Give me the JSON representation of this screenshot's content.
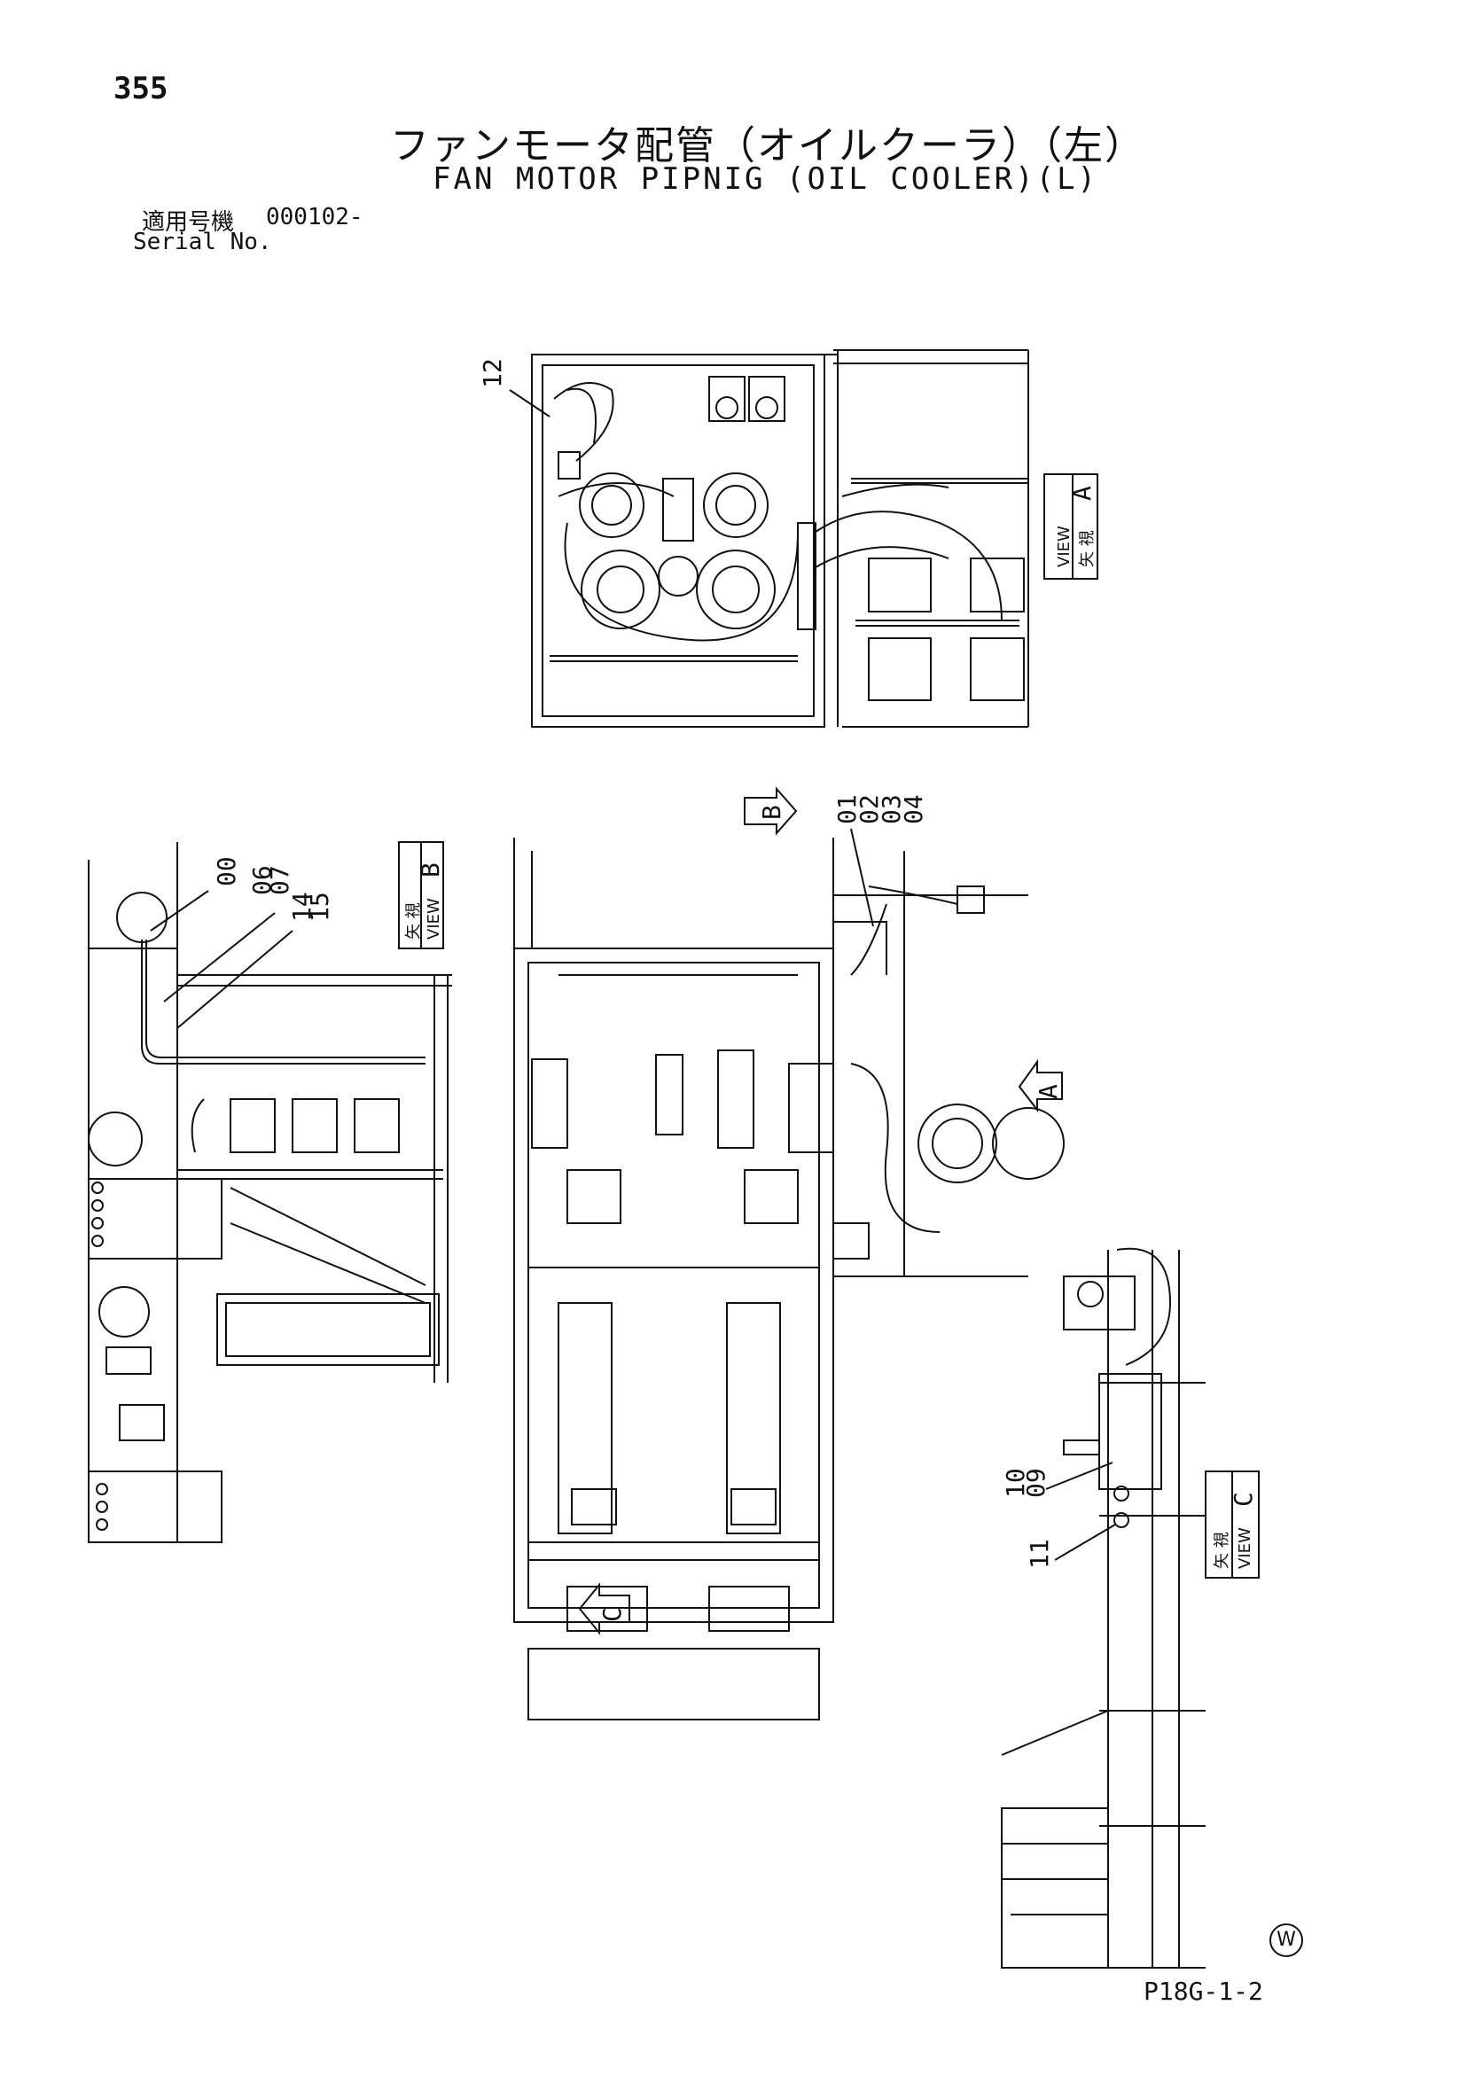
{
  "page_number": "355",
  "title_jp": "ファンモータ配管（オイルクーラ）（左）",
  "title_en": "FAN MOTOR PIPNIG (OIL COOLER)(L)",
  "serial": {
    "label_jp": "適用号機",
    "number": "000102-",
    "label_en": "Serial No."
  },
  "drawing_code": "P18G-1-2",
  "watermark": "W",
  "views": {
    "a": {
      "jp": "矢 視",
      "en": "VIEW",
      "letter": "A"
    },
    "b": {
      "jp": "矢 視",
      "en": "VIEW",
      "letter": "B"
    },
    "c": {
      "jp": "矢 視",
      "en": "VIEW",
      "letter": "C"
    }
  },
  "arrows": {
    "a": "A",
    "b": "B",
    "c": "C"
  },
  "part_labels": {
    "p12": "12",
    "p00": "00",
    "p06": "06",
    "p07": "07",
    "p14": "14",
    "p15": "15",
    "p01": "01",
    "p02": "02",
    "p03": "03",
    "p04": "04",
    "p10": "10",
    "p09": "09",
    "p11": "11"
  },
  "colors": {
    "ink": "#111111",
    "paper": "#ffffff"
  }
}
